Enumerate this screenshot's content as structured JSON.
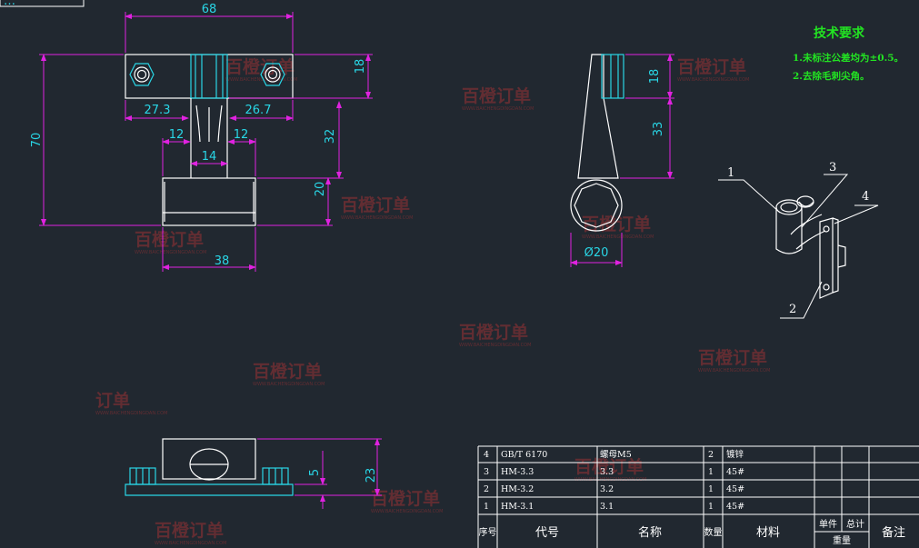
{
  "tab_label": "…",
  "tech_requirements": {
    "title": "技术要求",
    "notes": [
      "1.未标注公差均为±0.5。",
      "2.去除毛刺尖角。"
    ]
  },
  "dims_front": {
    "width_total": "68",
    "height_total": "70",
    "top_height": "18",
    "left_offset": "27.3",
    "right_offset": "26.7",
    "mid_drop": "32",
    "web_left": "12",
    "web_right": "12",
    "web_width": "14",
    "base_height": "20",
    "base_width": "38"
  },
  "dims_side": {
    "top": "18",
    "mid": "33",
    "dia": "Ø20"
  },
  "dims_bottom": {
    "small": "5",
    "overall": "23"
  },
  "balloons": [
    "1",
    "2",
    "3",
    "4"
  ],
  "bom": {
    "rows": [
      {
        "no": "4",
        "code": "GB/T 6170",
        "name": "螺母M5",
        "qty": "2",
        "material": "镀锌"
      },
      {
        "no": "3",
        "code": "HM-3.3",
        "name": "3.3",
        "qty": "1",
        "material": "45#"
      },
      {
        "no": "2",
        "code": "HM-3.2",
        "name": "3.2",
        "qty": "1",
        "material": "45#"
      },
      {
        "no": "1",
        "code": "HM-3.1",
        "name": "3.1",
        "qty": "1",
        "material": "45#"
      }
    ],
    "header": {
      "no": "序号",
      "code": "代号",
      "name": "名称",
      "qty": "数量",
      "material": "材料",
      "unit": "单件",
      "total": "总计",
      "weight": "重量",
      "remark": "备注"
    }
  },
  "watermark": {
    "text": "百橙订单",
    "text_short": "订单",
    "sub": "WWW.BAICHENGDINGDAN.COM"
  },
  "colors": {
    "background": "#212830",
    "outline": "#ffffff",
    "dimension": "#e022e0",
    "dimension_text": "#29d6e6",
    "tech_text": "#22e422",
    "watermark": "#6e2e33"
  }
}
